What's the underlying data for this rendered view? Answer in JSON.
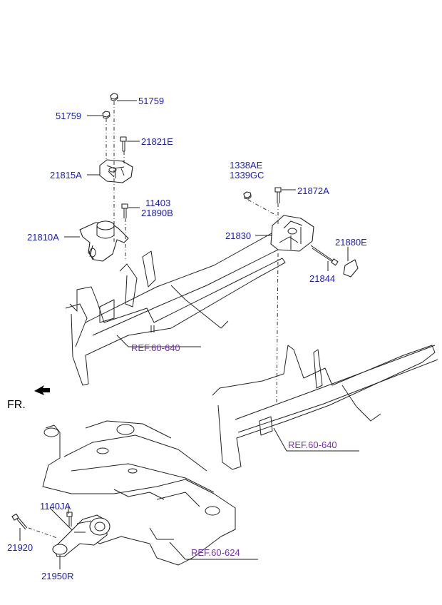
{
  "labels": {
    "p51759_top": "51759",
    "p51759_left": "51759",
    "p21821E": "21821E",
    "p21815A": "21815A",
    "p11403": "11403",
    "p21890B": "21890B",
    "p21810A": "21810A",
    "p1338AE": "1338AE",
    "p1339GC": "1339GC",
    "p21872A": "21872A",
    "p21830": "21830",
    "p21880E": "21880E",
    "p21844": "21844",
    "ref_upper": "REF.60-640",
    "ref_right": "REF.60-640",
    "ref_lower": "REF.60-624",
    "fr": "FR.",
    "p1140JA": "1140JA",
    "p21920": "21920",
    "p21950R": "21950R"
  },
  "colors": {
    "part_number": "#1a1ad0",
    "reference": "#7a2fc0",
    "line": "#222222"
  }
}
